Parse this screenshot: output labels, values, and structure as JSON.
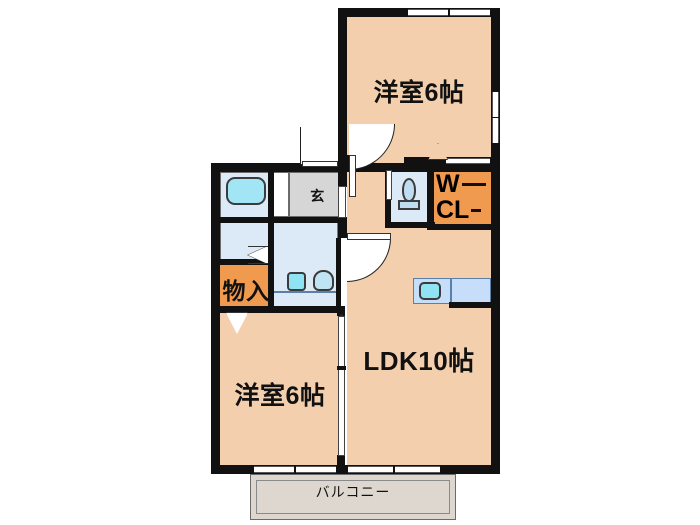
{
  "document": {
    "type": "floor-plan",
    "language": "ja",
    "layout_name": "2LDK apartment floor plan"
  },
  "rooms": [
    {
      "id": "bedroom-north",
      "label": "洋室6帖",
      "type": "western-room",
      "size_jo": 6,
      "floor_color": "#f4cfad"
    },
    {
      "id": "bedroom-south",
      "label": "洋室6帖",
      "type": "western-room",
      "size_jo": 6,
      "floor_color": "#f4cfad"
    },
    {
      "id": "ldk",
      "label": "LDK10帖",
      "type": "living-dining-kitchen",
      "size_jo": 10,
      "floor_color": "#f4cfad"
    },
    {
      "id": "walk-in-closet",
      "label": "W\nCL",
      "label_line1": "W",
      "label_line2": "CL",
      "type": "closet",
      "floor_color": "#f09a4f"
    },
    {
      "id": "storage",
      "label": "物入",
      "type": "storage-closet",
      "floor_color": "#f09a4f"
    },
    {
      "id": "entrance",
      "label": "玄",
      "type": "entrance-genkan",
      "floor_color": "#d6d6d6"
    },
    {
      "id": "balcony",
      "label": "バルコニー",
      "type": "balcony",
      "floor_color": "#ddd7cf"
    }
  ],
  "fixtures": [
    {
      "id": "bathtub",
      "name": "bathtub-icon",
      "color": "#a2e6f5"
    },
    {
      "id": "bathroom",
      "name": "bathroom-area",
      "color": "#dceaf8"
    },
    {
      "id": "washbasin",
      "name": "washbasin-icon",
      "color": "#bfe4f4"
    },
    {
      "id": "washing-machine",
      "name": "washing-machine-icon",
      "color": "#8fe3f2"
    },
    {
      "id": "toilet",
      "name": "toilet-icon",
      "color": "#bfdcf0"
    },
    {
      "id": "kitchen-sink",
      "name": "kitchen-sink-icon",
      "color": "#8fe3f2"
    },
    {
      "id": "kitchen-counter",
      "name": "kitchen-counter",
      "color": "#c6defa"
    }
  ],
  "colors": {
    "wall": "#111111",
    "floor": "#f4cfad",
    "closet": "#f09a4f",
    "wet_area": "#dceaf8",
    "genkan": "#d6d6d6",
    "balcony": "#ddd7cf",
    "background": "#ffffff"
  },
  "openings": {
    "window_north_bedroom": "window",
    "window_east_bedroom": "window",
    "window_wcl_north": "window",
    "window_balcony_left": "sliding-glass-door",
    "window_balcony_right": "sliding-glass-door",
    "door_entrance": "hinged-door",
    "door_bedroom_north": "hinged-door",
    "door_hall_to_ldk": "hinged-door",
    "door_toilet": "hinged-door",
    "partition_bedroom_ldk": "sliding-partition"
  }
}
